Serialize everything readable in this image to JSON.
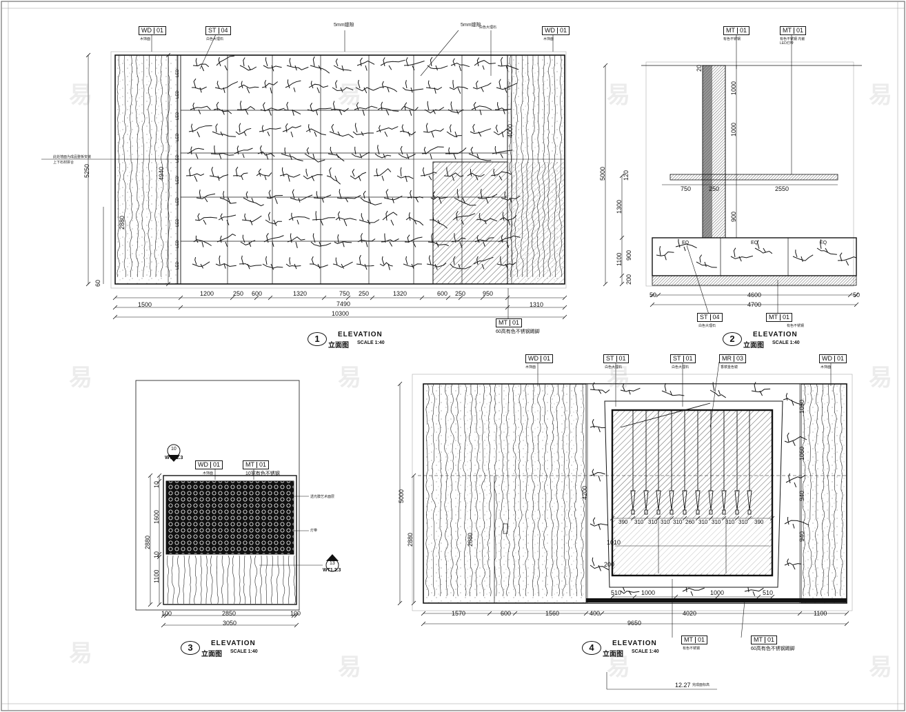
{
  "elevations": {
    "e1": {
      "number": "1",
      "title_en": "ELEVATION",
      "title_cn": "立面图",
      "scale": "SCALE 1:40",
      "tags": [
        {
          "code": "WD",
          "no": "01",
          "note": "木饰面"
        },
        {
          "code": "ST",
          "no": "04",
          "note": "白色大理石"
        },
        {
          "code": "WD",
          "no": "01",
          "note": "木饰面"
        },
        {
          "code": "MT",
          "no": "01",
          "note": "60高有色不锈钢踢脚"
        }
      ],
      "callouts": {
        "gap_left": "5mm缝隙",
        "gap_right": "5mm缝隙",
        "stone_note": "白色大理石",
        "left_note": "此处墙面为成品整板安装",
        "left_note2": "上下石材拼合"
      },
      "led_label": "LED",
      "h_dims": [
        "1500",
        "1200",
        "250",
        "600",
        "1320",
        "750",
        "250",
        "1320",
        "600",
        "250",
        "950",
        "1310"
      ],
      "mid_total": "7490",
      "total": "10300",
      "v_dims": {
        "overall": "5250",
        "inner": "4940",
        "low": "2880",
        "base": "60",
        "right": "4000"
      }
    },
    "e2": {
      "number": "2",
      "title_en": "ELEVATION",
      "title_cn": "立面图",
      "scale": "SCALE 1:40",
      "tags": [
        {
          "code": "MT",
          "no": "01",
          "note": "有色不锈钢"
        },
        {
          "code": "MT",
          "no": "01",
          "note": "有色不锈钢 内嵌LED灯带"
        },
        {
          "code": "ST",
          "no": "04",
          "note": "白色大理石"
        },
        {
          "code": "MT",
          "no": "01",
          "note": "有色不锈钢"
        }
      ],
      "v_dims": [
        "5000",
        "1300",
        "1100",
        "900",
        "200"
      ],
      "col_dims": [
        "1000",
        "1000"
      ],
      "shelf_dims": {
        "left": "750",
        "mid": "250",
        "right": "2550",
        "thk": "120",
        "post": "900",
        "top": "20"
      },
      "eq": [
        "EQ",
        "EQ",
        "EQ"
      ],
      "base_dims": {
        "left": "50",
        "mid": "4600",
        "right": "50",
        "total": "4700"
      }
    },
    "e3": {
      "number": "3",
      "title_en": "ELEVATION",
      "title_cn": "立面图",
      "scale": "SCALE 1:40",
      "tags": [
        {
          "code": "WD",
          "no": "01",
          "note": "木饰面"
        },
        {
          "code": "MT",
          "no": "01",
          "note": "10宽有色不锈钢"
        }
      ],
      "side_notes": [
        "透光膜艺术面层",
        "灯带"
      ],
      "sect": [
        {
          "no": "10",
          "sheet": "WT1.2.3"
        },
        {
          "no": "13",
          "sheet": "WT1.2.3"
        }
      ],
      "v_dims": [
        "10",
        "1600",
        "2880",
        "10",
        "1100"
      ],
      "h_dims": [
        "100",
        "2850",
        "100"
      ],
      "total": "3050"
    },
    "e4": {
      "number": "4",
      "title_en": "ELEVATION",
      "title_cn": "立面图",
      "scale": "SCALE 1:40",
      "tags": [
        {
          "code": "WD",
          "no": "01",
          "note": "木饰面"
        },
        {
          "code": "ST",
          "no": "01",
          "note": "白色大理石"
        },
        {
          "code": "ST",
          "no": "01",
          "note": "白色大理石"
        },
        {
          "code": "MR",
          "no": "03",
          "note": "香槟金色镜"
        },
        {
          "code": "WD",
          "no": "01",
          "note": "木饰面"
        },
        {
          "code": "MT",
          "no": "01",
          "note": "有色不锈钢"
        },
        {
          "code": "MT",
          "no": "01",
          "note": "60高有色不锈钢踢脚"
        }
      ],
      "pendant_dims": [
        "390",
        "310",
        "310",
        "310",
        "310",
        "260",
        "310",
        "310",
        "310",
        "310",
        "390"
      ],
      "h_dims": [
        "1570",
        "600",
        "1560",
        "400",
        "4020",
        "1100"
      ],
      "total": "9650",
      "frame_dims": [
        "510",
        "1000",
        "1000",
        "510"
      ],
      "v_dims": {
        "overall": "5000",
        "low": "2880",
        "inner": "4200",
        "a": "1010",
        "b": "200",
        "c": "2880",
        "r1": "1060",
        "r2": "1060",
        "r3": "940",
        "r4": "940"
      },
      "level": "12.27",
      "level_note": "完成面标高"
    }
  },
  "watermark": "易",
  "colors": {
    "line": "#111111",
    "hatch": "#333333",
    "bg": "#ffffff"
  }
}
